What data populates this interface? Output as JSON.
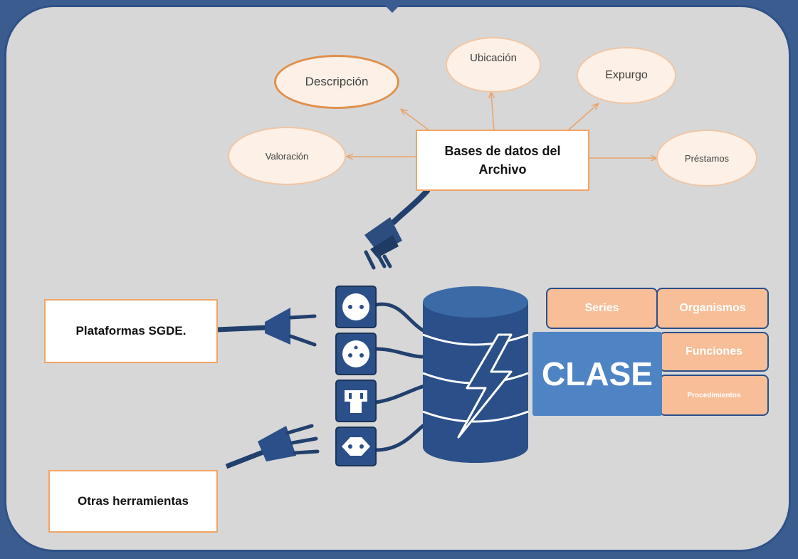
{
  "hub": {
    "line1": "Bases de datos del",
    "line2": "Archivo"
  },
  "modules": {
    "descripcion": "Descripción",
    "ubicacion": "Ubicación",
    "expurgo": "Expurgo",
    "valoracion": "Valoración",
    "prestamos": "Préstamos"
  },
  "sources": {
    "plataformas": "Plataformas SGDE.",
    "otras": "Otras herramientas"
  },
  "clase": {
    "title": "CLASE",
    "tiles": {
      "series": "Series",
      "organismos": "Organismos",
      "funciones": "Funciones",
      "procedimientos": "Procedimientos"
    }
  },
  "colors": {
    "accent_blue": "#2b4f88",
    "clase_blue": "#4f84c4",
    "tile_orange": "#f7be98",
    "ellipse_border": "#e0904b",
    "frame_bg": "#d7d7d7"
  }
}
